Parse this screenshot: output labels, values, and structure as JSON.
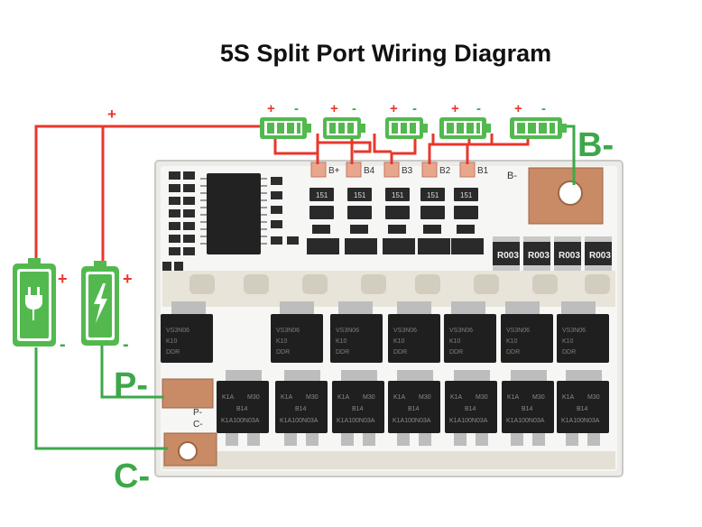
{
  "title": "5S Split Port Wiring Diagram",
  "labels": {
    "b_minus": "B-",
    "p_minus": "P-",
    "c_minus": "C-",
    "plus": "+",
    "minus": "-"
  },
  "board": {
    "pads": [
      "B+",
      "B4",
      "B3",
      "B2",
      "B1",
      "B-"
    ],
    "port_marks": [
      "P-",
      "C-"
    ],
    "resistor_code": "R003",
    "small_resistor_code": "151",
    "mosfet_top": [
      "VS3N06",
      "K10",
      "DDR"
    ],
    "mosfet_bottom": [
      "K1A",
      "M30",
      "B14",
      "K1A100N03A"
    ]
  },
  "colors": {
    "positive_wire": "#e8372b",
    "negative_wire": "#3da84a",
    "battery_green": "#53b94f",
    "board_white": "#f4f4f2",
    "mosfet_black": "#1f1f1f"
  },
  "devices": {
    "charger_icon": "plug-icon",
    "load_icon": "lightning-icon",
    "cell_count": 5
  }
}
